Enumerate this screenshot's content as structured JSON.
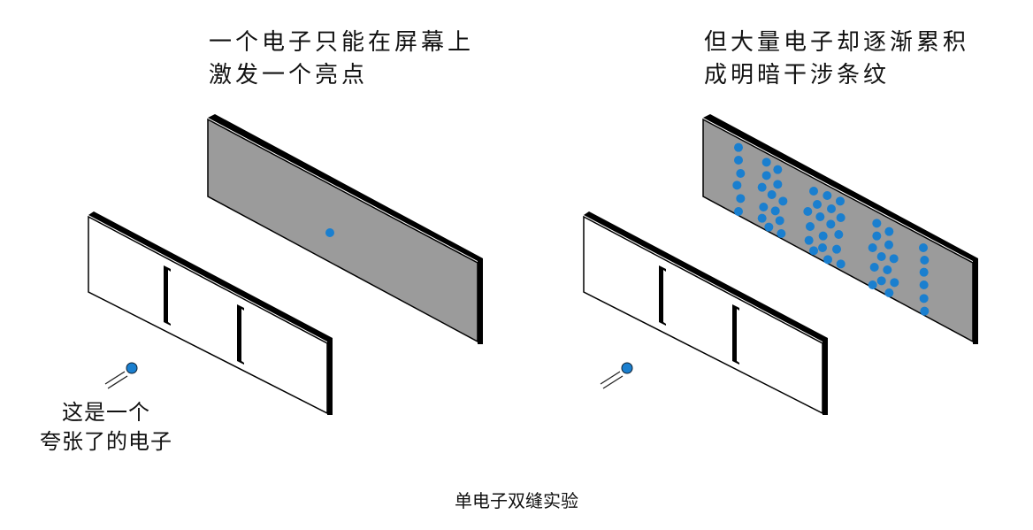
{
  "left_panel": {
    "title_lines": [
      "一个电子只能在屏幕上",
      "激发一个亮点"
    ],
    "electron_label_lines": [
      "这是一个",
      "夸张了的电子"
    ]
  },
  "right_panel": {
    "title_lines": [
      "但大量电子却逐渐累积",
      "成明暗干涉条纹"
    ]
  },
  "caption": "单电子双缝实验",
  "colors": {
    "screen": "#9b9b9b",
    "dot": "#1a7fcf",
    "edge": "#000000",
    "barrier": "#ffffff"
  }
}
